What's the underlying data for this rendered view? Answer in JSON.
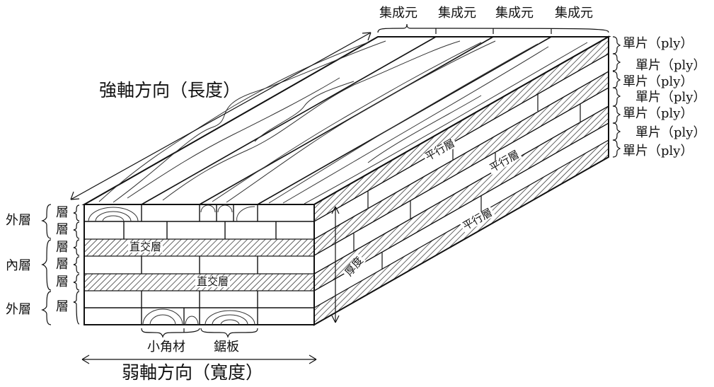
{
  "title_strong_axis": "強軸方向（長度）",
  "title_weak_axis": "弱軸方向（寬度）",
  "top_labels": [
    "集成元",
    "集成元",
    "集成元",
    "集成元"
  ],
  "ply_labels": [
    "單片（ply）",
    "單片（ply）",
    "單片（ply）",
    "單片（ply）",
    "單片（ply）",
    "單片（ply）",
    "單片（ply）"
  ],
  "left_groups": [
    "外層",
    "內層",
    "外層"
  ],
  "layer_labels": [
    "層",
    "層",
    "層",
    "層",
    "層",
    "層"
  ],
  "front_cross_labels": [
    "直交層",
    "直交層"
  ],
  "side_parallel_labels": [
    "平行層",
    "平行層",
    "平行層"
  ],
  "thickness_label": "厚度",
  "bottom_labels": {
    "small_lumber": "小角材",
    "sawn_board": "鋸板"
  }
}
